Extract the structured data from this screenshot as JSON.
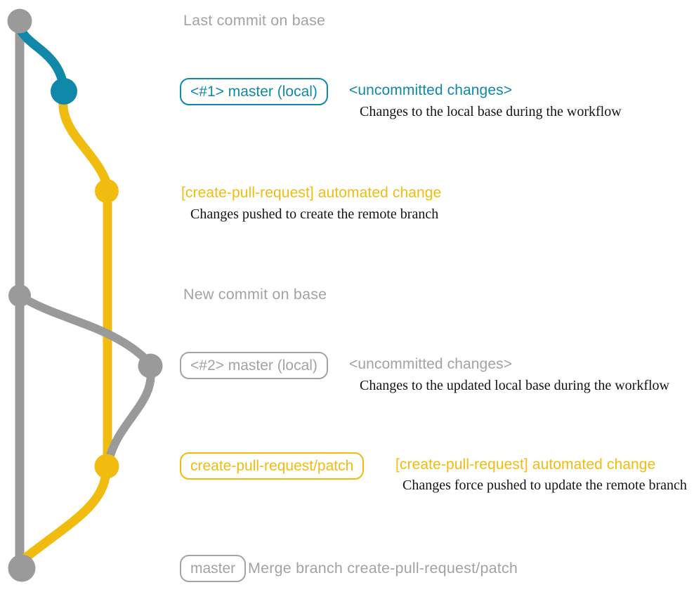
{
  "colors": {
    "background": "#ffffff",
    "gray": "#9a9a9a",
    "label-gray": "#a3a3a3",
    "teal": "#1088aa",
    "yellow": "#f0bc0f",
    "ink": "#141414"
  },
  "rows": {
    "last_commit": {
      "title": "Last commit on base"
    },
    "local1": {
      "badge": "<#1> master (local)",
      "heading": "<uncommitted changes>",
      "description": "Changes to the local base during the workflow"
    },
    "patch1": {
      "heading": "[create-pull-request] automated change",
      "description": "Changes pushed to create the remote branch"
    },
    "new_commit": {
      "title": "New commit on base"
    },
    "local2": {
      "badge": "<#2> master (local)",
      "heading": "<uncommitted changes>",
      "description": "Changes to the updated local base during the workflow"
    },
    "patch2": {
      "badge": "create-pull-request/patch",
      "heading": "[create-pull-request] automated change",
      "description": "Changes force pushed to update the remote branch"
    },
    "merge": {
      "badge": "master",
      "title": "Merge branch create-pull-request/patch"
    }
  }
}
